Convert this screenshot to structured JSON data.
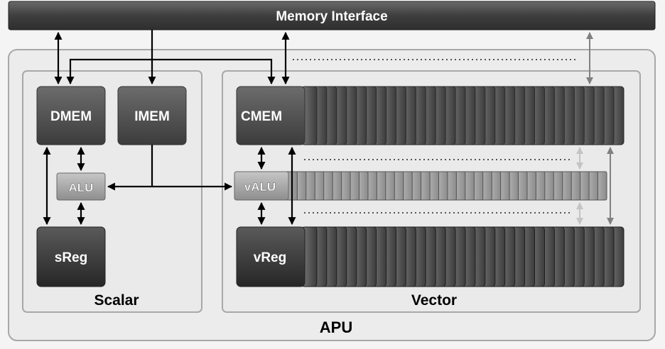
{
  "memory_interface": {
    "label": "Memory Interface"
  },
  "apu": {
    "label": "APU"
  },
  "scalar": {
    "label": "Scalar",
    "dmem": "DMEM",
    "imem": "IMEM",
    "alu": "ALU",
    "sreg": "sReg"
  },
  "vector": {
    "label": "Vector",
    "cmem": "CMEM",
    "valu": "vALU",
    "vreg": "vReg"
  },
  "colors": {
    "bus_dark": "#3a3a3a",
    "block_dark": "#4a4a4a",
    "block_light": "#a9a9a9",
    "panel": "#ececec",
    "panel_border": "#a8a8a8",
    "arrow": "#000000",
    "arrow_gray": "#808080",
    "arrow_light": "#c4c4c4"
  }
}
